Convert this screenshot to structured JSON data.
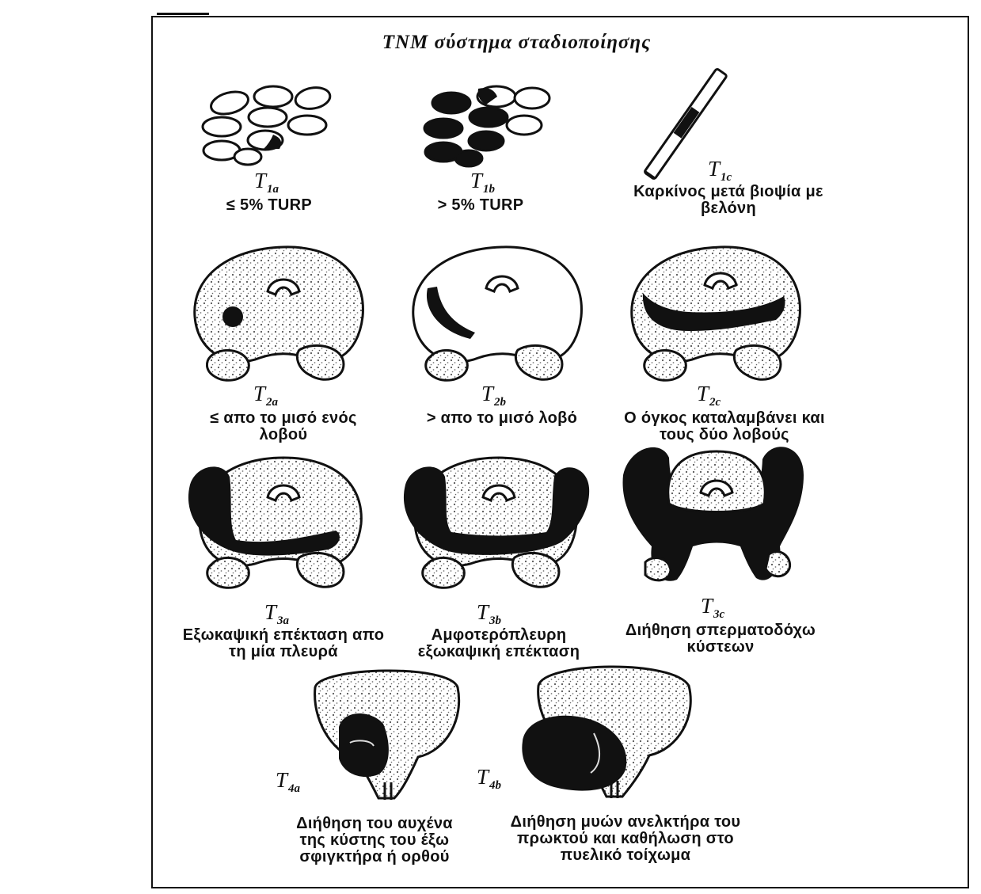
{
  "title": "TNM σύστημα σταδιοποίησης",
  "stages": {
    "t1a": {
      "label": "T",
      "sub": "1a",
      "caption": "≤ 5% TURP"
    },
    "t1b": {
      "label": "T",
      "sub": "1b",
      "caption": "> 5% TURP"
    },
    "t1c": {
      "label": "T",
      "sub": "1c",
      "caption": "Καρκίνος μετά βιοψία με βελόνη"
    },
    "t2a": {
      "label": "T",
      "sub": "2a",
      "caption": "≤ απο το μισό ενός λοβού"
    },
    "t2b": {
      "label": "T",
      "sub": "2b",
      "caption": "> απο το μισό λοβό"
    },
    "t2c": {
      "label": "T",
      "sub": "2c",
      "caption": "Ο όγκος καταλαμβάνει και τους δύο λοβούς"
    },
    "t3a": {
      "label": "T",
      "sub": "3a",
      "caption": "Εξωκαψική επέκταση απο τη μία πλευρά"
    },
    "t3b": {
      "label": "T",
      "sub": "3b",
      "caption": "Αμφοτερόπλευρη εξωκαψική επέκταση"
    },
    "t3c": {
      "label": "T",
      "sub": "3c",
      "caption": "Διήθηση σπερματοδόχω κύστεων"
    },
    "t4a": {
      "label": "T",
      "sub": "4a",
      "caption": "Διήθηση του αυχένα της κύστης του έξω σφιγκτήρα ή ορθού"
    },
    "t4b": {
      "label": "T",
      "sub": "4b",
      "caption": "Διήθηση μυών ανελκτήρα του πρωκτού και καθήλωση στο πυελικό τοίχωμα"
    }
  },
  "colors": {
    "ink": "#111111",
    "stipple": "#d9d9d9",
    "paper": "#ffffff"
  }
}
